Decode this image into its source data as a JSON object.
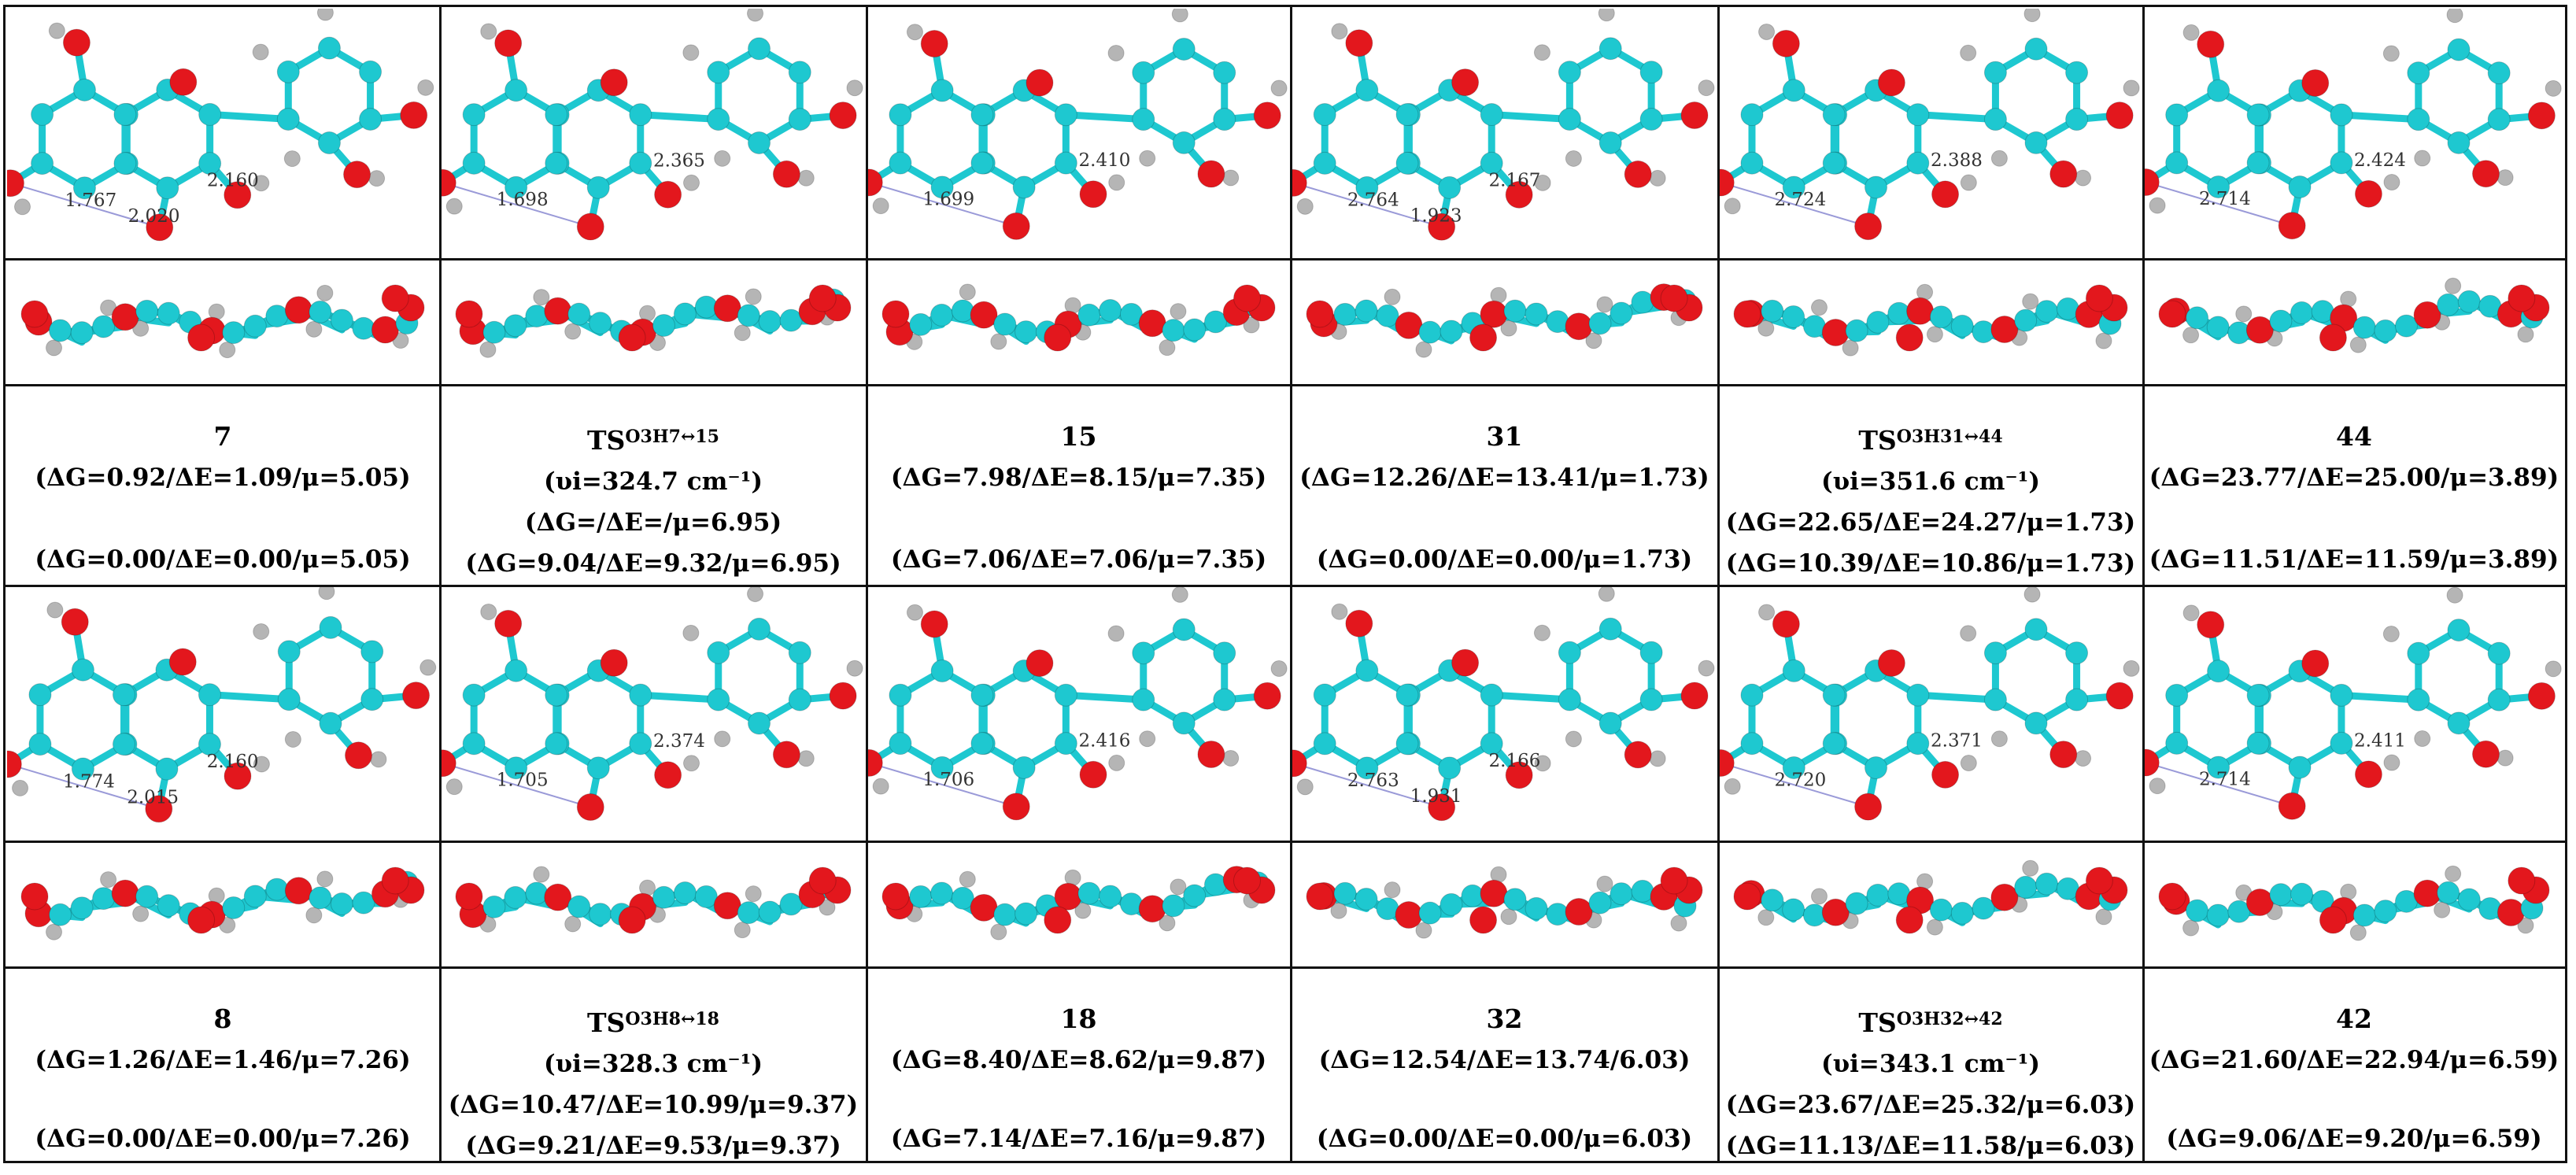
{
  "colors": {
    "carbon": "#1ec8d0",
    "oxygen": "#e3171d",
    "hydrogen": "#b5b5b5",
    "bond": "#1ec8d0",
    "hbond": "#9a9ad8",
    "grid": "#111111"
  },
  "rows": [
    {
      "structures": [
        {
          "name": "7",
          "distances": [
            "1.767",
            "2.020",
            "2.160"
          ]
        },
        {
          "name": "TS",
          "name_sup": "O3H7↔​15",
          "distances": [
            "1.698",
            "2.365"
          ]
        },
        {
          "name": "15",
          "distances": [
            "1.699",
            "2.410"
          ]
        },
        {
          "name": "31",
          "distances": [
            "2.764",
            "1.923",
            "2.167"
          ]
        },
        {
          "name": "TS",
          "name_sup": "O3H31↔44",
          "distances": [
            "2.724",
            "2.388"
          ]
        },
        {
          "name": "44",
          "distances": [
            "2.714",
            "2.424"
          ]
        }
      ],
      "labels": [
        {
          "name": "7",
          "sup": "",
          "freq": "",
          "line1": "(ΔG=0.92/ΔE=1.09/μ=5.05)",
          "line2": "(ΔG=0.00/ΔE=0.00/μ=5.05)"
        },
        {
          "name": "TS",
          "sup": "O3H7↔15",
          "freq": "(υi=324.7 cm⁻¹)",
          "line1": "(ΔG=/ΔE=/μ=6.95)",
          "line2": "(ΔG=9.04/ΔE=9.32/μ=6.95)"
        },
        {
          "name": "15",
          "sup": "",
          "freq": "",
          "line1": "(ΔG=7.98/ΔE=8.15/μ=7.35)",
          "line2": "(ΔG=7.06/ΔE=7.06/μ=7.35)"
        },
        {
          "name": "31",
          "sup": "",
          "freq": "",
          "line1": "(ΔG=12.26/ΔE=13.41/μ=1.73)",
          "line2": "(ΔG=0.00/ΔE=0.00/μ=1.73)"
        },
        {
          "name": "TS",
          "sup": "O3H31↔44",
          "freq": "(υi=351.6 cm⁻¹)",
          "line1": "(ΔG=22.65/ΔE=24.27/μ=1.73)",
          "line2": "(ΔG=10.39/ΔE=10.86/μ=1.73)"
        },
        {
          "name": "44",
          "sup": "",
          "freq": "",
          "line1": "(ΔG=23.77/ΔE=25.00/μ=3.89)",
          "line2": "(ΔG=11.51/ΔE=11.59/μ=3.89)"
        }
      ]
    },
    {
      "structures": [
        {
          "name": "8",
          "distances": [
            "1.774",
            "2.015",
            "2.160"
          ]
        },
        {
          "name": "TS",
          "distances": [
            "1.705",
            "2.374"
          ]
        },
        {
          "name": "18",
          "distances": [
            "1.706",
            "2.416"
          ]
        },
        {
          "name": "32",
          "distances": [
            "2.763",
            "1.931",
            "2.166"
          ]
        },
        {
          "name": "TS",
          "distances": [
            "2.720",
            "2.371"
          ]
        },
        {
          "name": "42",
          "distances": [
            "2.714",
            "2.411"
          ]
        }
      ],
      "labels": [
        {
          "name": "8",
          "sup": "",
          "freq": "",
          "line1": "(ΔG=1.26/ΔE=1.46/μ=7.26)",
          "line2": "(ΔG=0.00/ΔE=0.00/μ=7.26)"
        },
        {
          "name": "TS",
          "sup": "O3H8↔18",
          "freq": "(υi=328.3 cm⁻¹)",
          "line1": "(ΔG=10.47/ΔE=10.99/μ=9.37)",
          "line2": "(ΔG=9.21/ΔE=9.53/μ=9.37)"
        },
        {
          "name": "18",
          "sup": "",
          "freq": "",
          "line1": "(ΔG=8.40/ΔE=8.62/μ=9.87)",
          "line2": "(ΔG=7.14/ΔE=7.16/μ=9.87)"
        },
        {
          "name": "32",
          "sup": "",
          "freq": "",
          "line1": "(ΔG=12.54/ΔE=13.74/6.03)",
          "line2": "(ΔG=0.00/ΔE=0.00/μ=6.03)"
        },
        {
          "name": "TS",
          "sup": "O3H32↔42",
          "freq": "(υi=343.1 cm⁻¹)",
          "line1": "(ΔG=23.67/ΔE=25.32/μ=6.03)",
          "line2": "(ΔG=11.13/ΔE=11.58/μ=6.03)"
        },
        {
          "name": "42",
          "sup": "",
          "freq": "",
          "line1": "(ΔG=21.60/ΔE=22.94/μ=6.59)",
          "line2": "(ΔG=9.06/ΔE=9.20/μ=6.59)"
        }
      ]
    }
  ]
}
